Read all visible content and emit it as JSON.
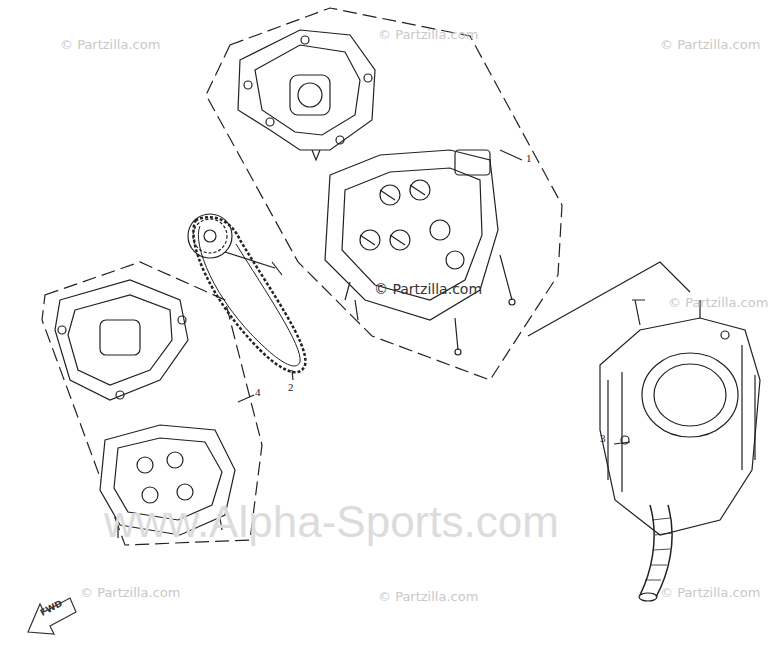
{
  "diagram": {
    "labels": [
      "© Partzilla.com",
      "© Partzilla.com",
      "© Partzilla.com",
      "1",
      "© Partzilla.com",
      "© Partzilla.com",
      "4",
      "2",
      "3",
      "www.Alpha-Sports.com",
      "© Partzilla.com",
      "© Partzilla.com",
      "© Partzilla.com",
      "FWD"
    ]
  }
}
